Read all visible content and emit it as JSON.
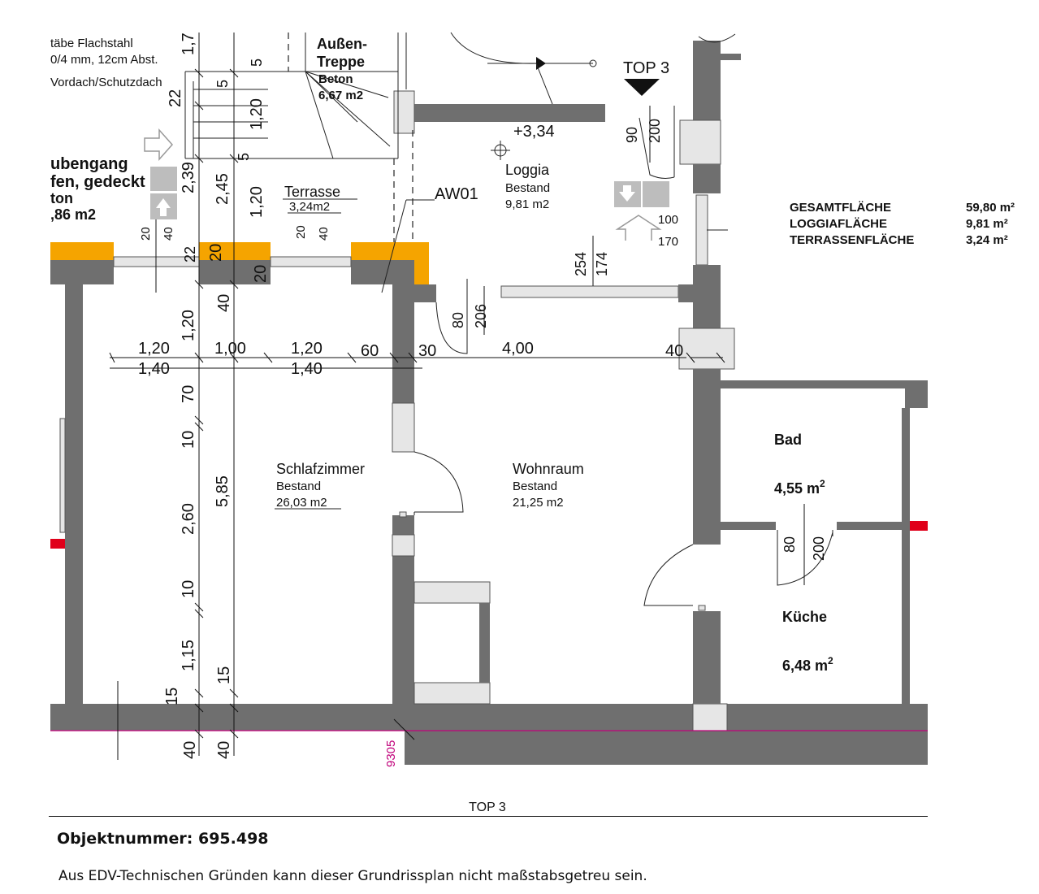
{
  "colors": {
    "wall": "#6f6f6f",
    "accent_orange": "#f5a400",
    "exit_sign": "#bdbdbd",
    "red_mark": "#e0001a",
    "magenta": "#c0007a"
  },
  "labels": {
    "rail_1": "täbe Flachstahl",
    "rail_2": "0/4 mm, 12cm Abst.",
    "rail_3": "Vordach/Schutzdach",
    "stair_1": "Außen-",
    "stair_2": "Treppe",
    "stair_3": "Beton",
    "stair_area": "6,67 m2",
    "gang_1": "ubengang",
    "gang_2": "fen, gedeckt",
    "gang_3": "ton",
    "gang_area": ",86 m2",
    "top3": "TOP 3",
    "level": "+3,34",
    "wall_tag": "AW01",
    "door_190": "90",
    "door_1200": "200",
    "v100": "100",
    "v170": "170"
  },
  "rooms": {
    "loggia": {
      "name": "Loggia",
      "status": "Bestand",
      "area": "9,81 m2"
    },
    "terrasse": {
      "name": "Terrasse",
      "area": "3,24m2"
    },
    "schlafzimmer": {
      "name": "Schlafzimmer",
      "status": "Bestand",
      "area": "26,03 m2"
    },
    "wohnraum": {
      "name": "Wohnraum",
      "status": "Bestand",
      "area": "21,25 m2"
    },
    "bad": {
      "name": "Bad",
      "area": "4,55 m"
    },
    "kueche": {
      "name": "Küche",
      "area": "6,48 m"
    },
    "sup": "2"
  },
  "summary": [
    {
      "label": "GESAMTFLÄCHE",
      "value": "59,80 m²"
    },
    {
      "label": "LOGGIAFLÄCHE",
      "value": "9,81 m²"
    },
    {
      "label": "TERRASSENFLÄCHE",
      "value": "3,24 m²"
    }
  ],
  "dims": {
    "h_top_1": "1,20",
    "h_top_2": "1,00",
    "h_top_3": "1,20",
    "h_60": "60",
    "h_30": "30",
    "h_400": "4,00",
    "h_40": "40",
    "h_bot_1": "1,40",
    "h_bot_2": "1,40",
    "v_170": "1,7",
    "v_5a": "5",
    "v_22a": "22",
    "v_5b": "5",
    "v_120a": "1,20",
    "v_5c": "5",
    "v_239": "2,39",
    "v_245": "2,45",
    "v_120b": "1,20",
    "v_20a": "20",
    "v_40a": "40",
    "v_20b": "20",
    "v_40b": "40",
    "v_22b": "22",
    "v_20c": "20",
    "v_20d": "20",
    "v_40c": "40",
    "v_120c": "1,20",
    "v_70": "70",
    "v_10a": "10",
    "v_585": "5,85",
    "v_260": "2,60",
    "v_10b": "10",
    "v_115": "1,15",
    "v_15a": "15",
    "v_15b": "15",
    "v_40d": "40",
    "v_40e": "40",
    "win_254": "254",
    "win_174": "174",
    "door_80": "80",
    "door_206": "206",
    "bad_80": "80",
    "bad_200": "200",
    "mag_930": "9305"
  },
  "caption": "TOP 3",
  "objektnummer": "Objektnummer: 695.498",
  "disclaimer": "Aus EDV-Technischen Gründen kann dieser Grundrissplan nicht maßstabsgetreu sein."
}
